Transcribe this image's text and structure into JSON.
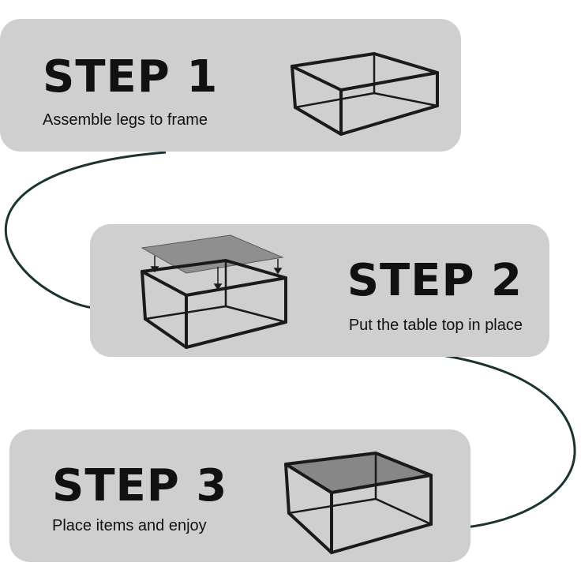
{
  "steps": [
    {
      "title": "STEP 1",
      "caption": "Assemble legs to frame",
      "illustration": "frame-icon"
    },
    {
      "title": "STEP 2",
      "caption": "Put the table top in place",
      "illustration": "frame-with-glass-top-icon"
    },
    {
      "title": "STEP 3",
      "caption": "Place items and enjoy",
      "illustration": "table-with-glass-icon"
    }
  ],
  "colors": {
    "card": "#cfcfcf",
    "text": "#111111",
    "connector": "#1b3333",
    "frame": "#1a1a1a",
    "glass": "#7a7a7a"
  }
}
